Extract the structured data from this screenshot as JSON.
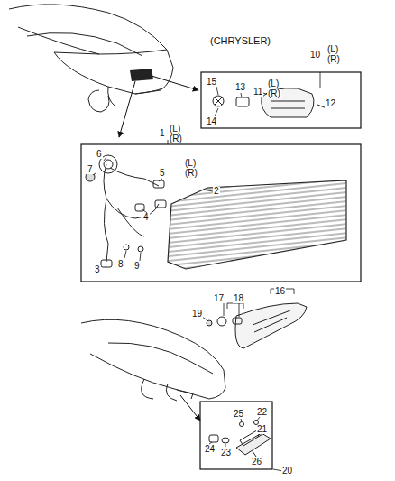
{
  "diagram": {
    "labels": [
      "(CHRYSLER)",
      "10",
      "(L)",
      "(R)",
      "15",
      "13",
      "11",
      "(L)",
      "(R)",
      "14",
      "12",
      "1",
      "(L)",
      "(R)",
      "6",
      "7",
      "5",
      "(L)",
      "(R)",
      "2",
      "4",
      "3",
      "8",
      "9",
      "16",
      "17",
      "18",
      "19",
      "25",
      "22",
      "21",
      "24",
      "23",
      "26",
      "20"
    ]
  }
}
